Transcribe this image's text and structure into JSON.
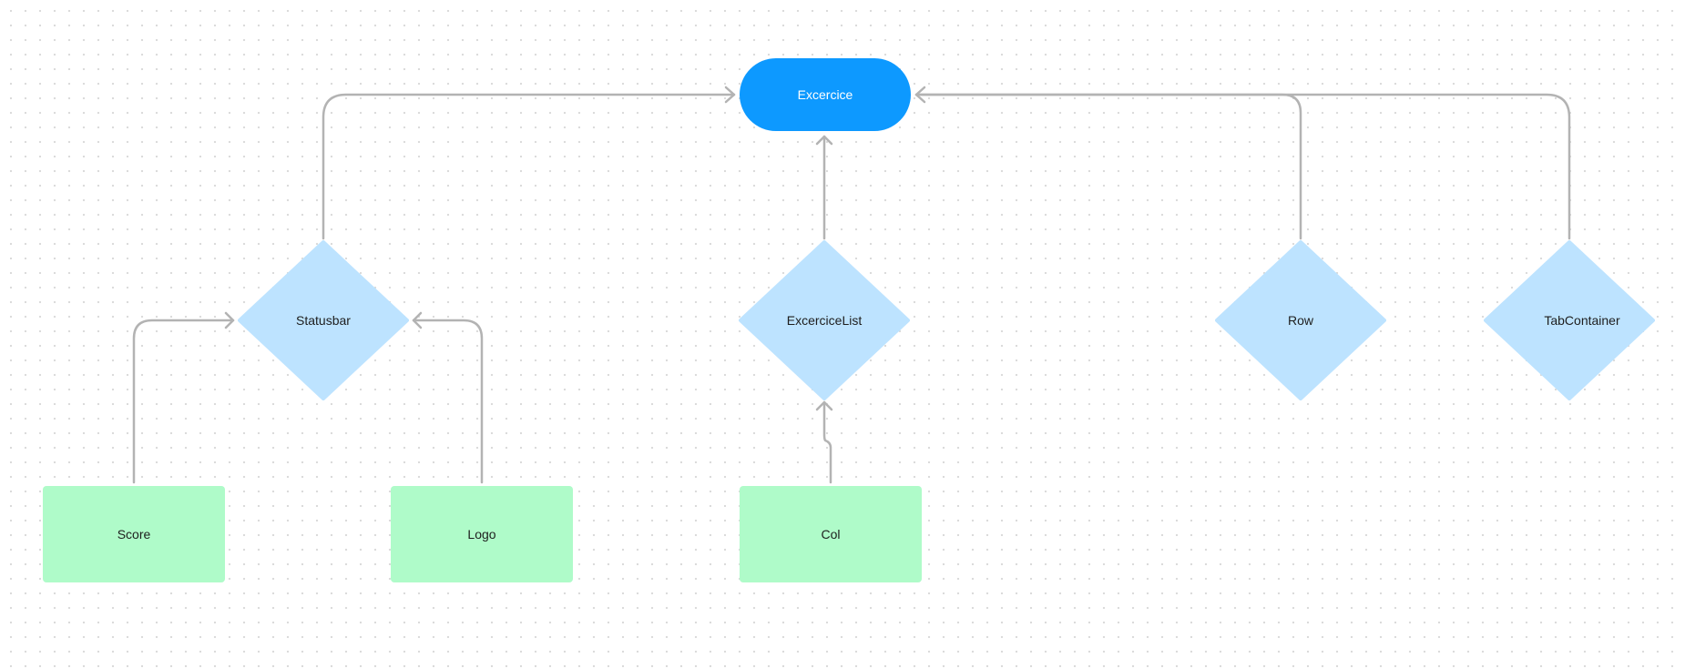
{
  "diagram": {
    "nodes": {
      "excercice": "Excercice",
      "statusbar": "Statusbar",
      "excercice_list": "ExcerciceList",
      "row": "Row",
      "tab_container": "TabContainer",
      "score": "Score",
      "logo": "Logo",
      "col": "Col"
    },
    "edges": [
      {
        "from": "Statusbar",
        "to": "Excercice"
      },
      {
        "from": "ExcerciceList",
        "to": "Excercice"
      },
      {
        "from": "Row",
        "to": "Excercice"
      },
      {
        "from": "TabContainer",
        "to": "Excercice"
      },
      {
        "from": "Score",
        "to": "Statusbar"
      },
      {
        "from": "Logo",
        "to": "Statusbar"
      },
      {
        "from": "Col",
        "to": "ExcerciceList"
      }
    ],
    "colors": {
      "terminal": "#0d99ff",
      "decision": "#bde3ff",
      "process": "#affbc9",
      "connector": "#b3b3b3"
    }
  }
}
